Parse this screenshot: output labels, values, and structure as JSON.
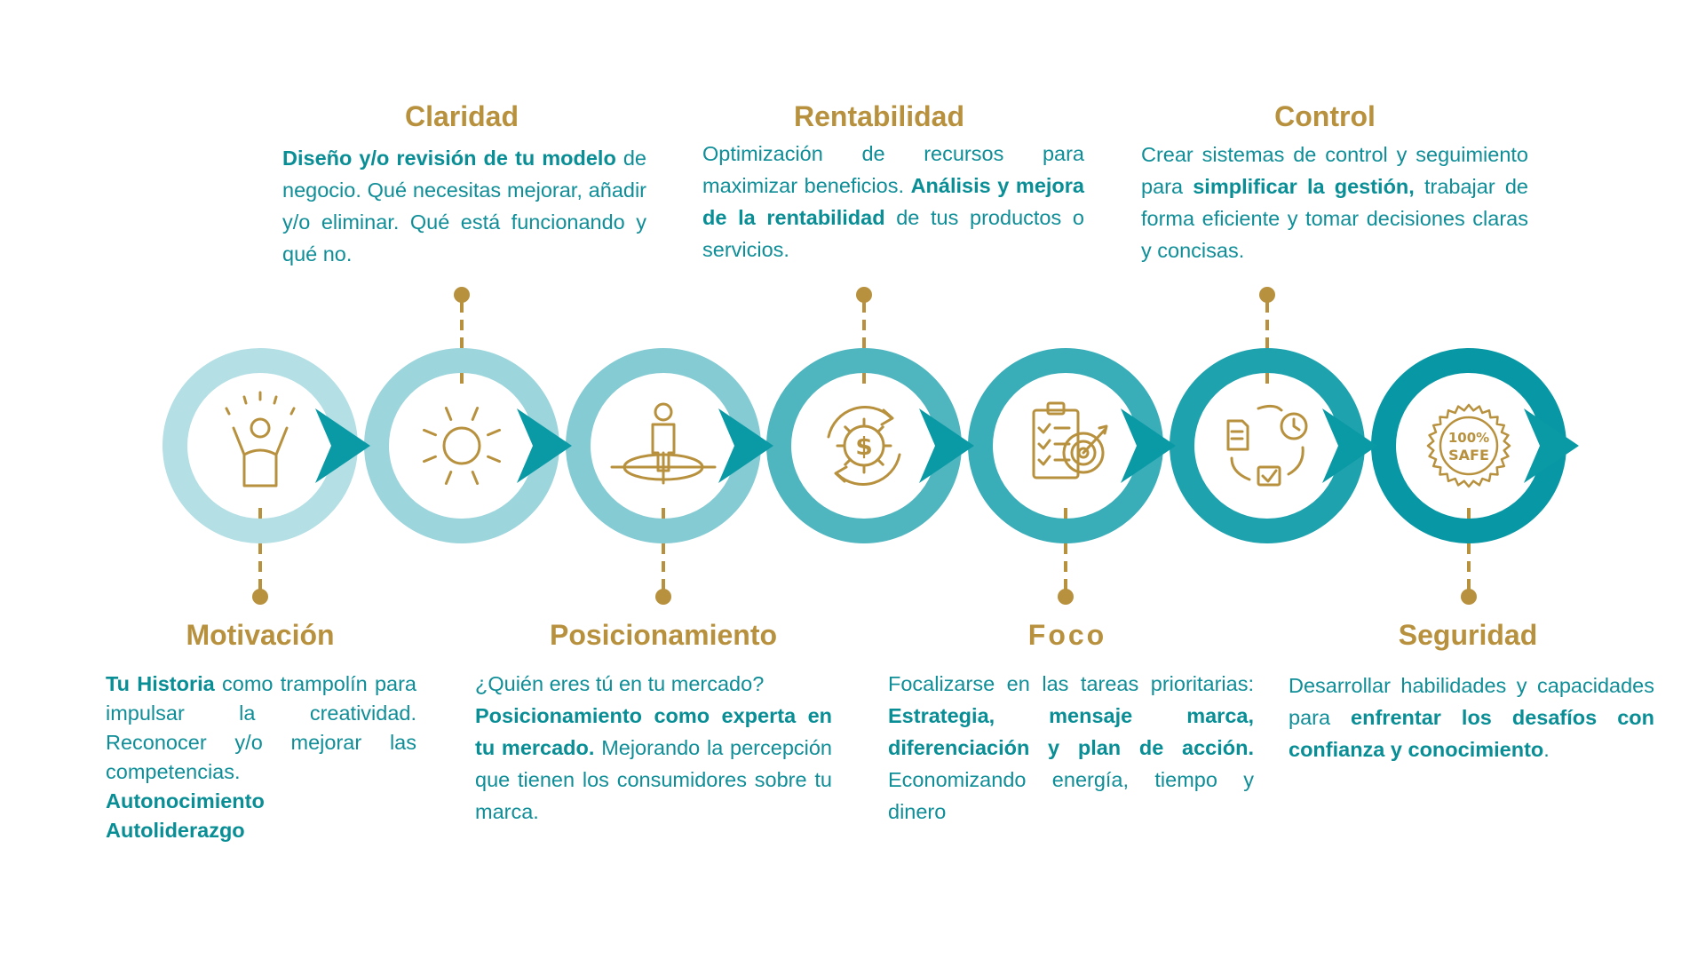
{
  "colors": {
    "gold": "#B8913E",
    "teal_text": "#0F8E98",
    "ring": [
      "#B3DFE5",
      "#9DD5DD",
      "#84CBD3",
      "#4FB5BF",
      "#39ADB8",
      "#1EA2AE",
      "#0897A4"
    ],
    "arrow": "#0A9AA6"
  },
  "steps": [
    {
      "title": "Motivación",
      "icon": "cheering-person-icon",
      "paragraphs": [
        [
          {
            "t": "Tu Historia",
            "b": true
          },
          {
            "t": " como trampolín para  impulsar la creatividad. Reconocer y/o mejorar las competencias.",
            "b": false
          }
        ],
        [
          {
            "t": "Autonocimiento",
            "b": true
          }
        ],
        [
          {
            "t": "Autoliderazgo",
            "b": true
          }
        ]
      ]
    },
    {
      "title": "Claridad",
      "icon": "sun-icon",
      "paragraphs": [
        [
          {
            "t": "Diseño y/o revisión de tu modelo",
            "b": true
          },
          {
            "t": " de negocio.  Qué necesitas mejorar, añadir y/o eliminar. Qué está funcionando y qué no.",
            "b": false
          }
        ]
      ]
    },
    {
      "title": "Posicionamiento",
      "icon": "person-target-icon",
      "paragraphs": [
        [
          {
            "t": "¿Quién eres tú en tu mercado?",
            "b": false
          }
        ],
        [
          {
            "t": " Posicionamiento como experta en tu mercado.",
            "b": true
          },
          {
            "t": " Mejorando la percepción que tienen los consumidores sobre tu marca.",
            "b": false
          }
        ]
      ]
    },
    {
      "title": "Rentabilidad",
      "icon": "gear-dollar-cycle-icon",
      "paragraphs": [
        [
          {
            "t": "Optimización de recursos para maximizar beneficios. ",
            "b": false
          },
          {
            "t": "Análisis y mejora de la rentabilidad",
            "b": true
          },
          {
            "t": " de tus productos o servicios.",
            "b": false
          }
        ]
      ]
    },
    {
      "title": "Foco",
      "icon": "checklist-target-icon",
      "paragraphs": [
        [
          {
            "t": "Focalizarse en las tareas prioritarias: ",
            "b": false
          },
          {
            "t": "Estrategia, mensaje marca, diferenciación y plan de acción.",
            "b": true
          },
          {
            "t": " Economizando energía, tiempo y dinero",
            "b": false
          }
        ]
      ]
    },
    {
      "title": "Control",
      "icon": "document-clock-cycle-icon",
      "paragraphs": [
        [
          {
            "t": "Crear sistemas de control y seguimiento para ",
            "b": false
          },
          {
            "t": "simplificar la gestión,",
            "b": true
          },
          {
            "t": " trabajar de forma eficiente y tomar decisiones claras y concisas.",
            "b": false
          }
        ]
      ]
    },
    {
      "title": "Seguridad",
      "icon": "safe-seal-icon",
      "badge_line1": "100%",
      "badge_line2": "SAFE",
      "paragraphs": [
        [
          {
            "t": "Desarrollar habilidades y capacidades para ",
            "b": false
          },
          {
            "t": "enfrentar los desafíos con confianza y conocimiento",
            "b": true
          },
          {
            "t": ".",
            "b": false
          }
        ]
      ]
    }
  ]
}
